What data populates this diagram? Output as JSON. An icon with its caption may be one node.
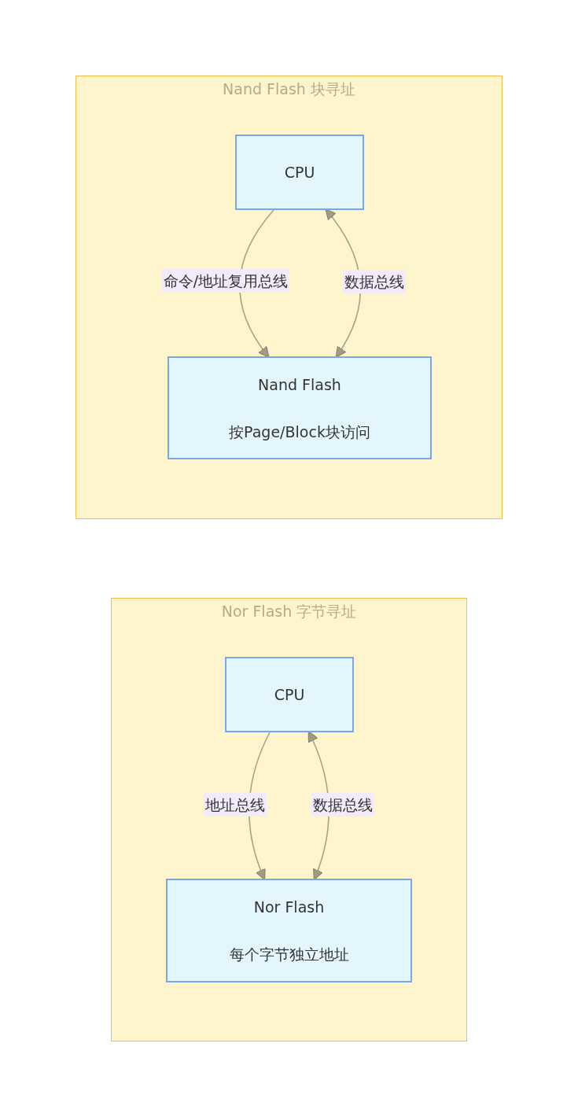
{
  "diagram": {
    "nodes": [
      {
        "text": [
          "Nand Flash 块寻址"
        ]
      },
      {
        "text": [
          "CPU"
        ],
        "in": 0
      },
      {
        "text": [
          "Nand Flash",
          "按Page/Block块访问"
        ],
        "in": 0
      },
      {
        "text": [
          "Nor Flash 字节寻址"
        ]
      },
      {
        "text": [
          "CPU"
        ],
        "in": 3
      },
      {
        "text": [
          "Nor Flash",
          "每个字节独立地址"
        ],
        "in": 3
      }
    ],
    "edges": [
      {
        "from": 1,
        "to": 2,
        "arrow": "to",
        "label": "命令/地址复用总线"
      },
      {
        "from": 1,
        "to": 2,
        "arrow": "both",
        "label": "数据总线"
      },
      {
        "from": 4,
        "to": 5,
        "arrow": "to",
        "label": "地址总线"
      },
      {
        "from": 4,
        "to": 5,
        "arrow": "both",
        "label": "数据总线"
      }
    ]
  }
}
